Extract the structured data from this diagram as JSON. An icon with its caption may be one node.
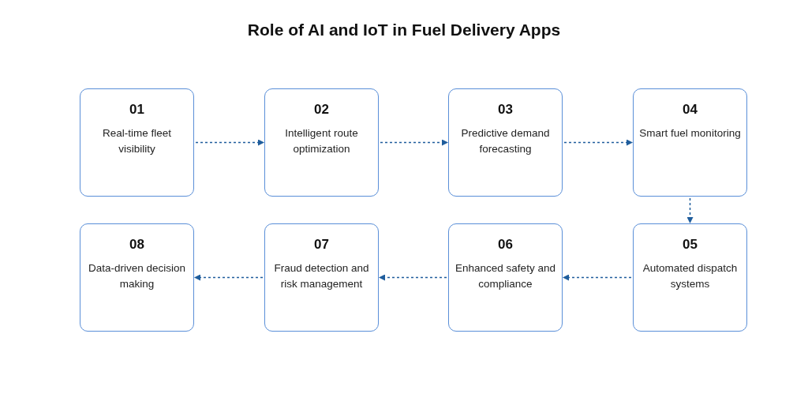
{
  "diagram": {
    "title": "Role of AI and IoT in Fuel Delivery Apps",
    "nodes": [
      {
        "text": [
          "01",
          "Real-time fleet visibility"
        ]
      },
      {
        "text": [
          "02",
          "Intelligent route optimization"
        ]
      },
      {
        "text": [
          "03",
          "Predictive demand forecasting"
        ]
      },
      {
        "text": [
          "04",
          "Smart fuel monitoring"
        ]
      },
      {
        "text": [
          "08",
          "Data-driven decision making"
        ]
      },
      {
        "text": [
          "07",
          "Fraud detection and risk management"
        ]
      },
      {
        "text": [
          "06",
          "Enhanced safety and compliance"
        ]
      },
      {
        "text": [
          "05",
          "Automated dispatch systems"
        ]
      }
    ],
    "edges": [
      {
        "from": 0,
        "to": 1,
        "arrow": "to",
        "style": "dashed"
      },
      {
        "from": 1,
        "to": 2,
        "arrow": "to",
        "style": "dashed"
      },
      {
        "from": 2,
        "to": 3,
        "arrow": "to",
        "style": "dashed"
      },
      {
        "from": 3,
        "to": 7,
        "arrow": "to",
        "style": "dashed"
      },
      {
        "from": 7,
        "to": 6,
        "arrow": "to",
        "style": "dashed"
      },
      {
        "from": 6,
        "to": 5,
        "arrow": "to",
        "style": "dashed"
      },
      {
        "from": 5,
        "to": 4,
        "arrow": "to",
        "style": "dashed"
      }
    ]
  }
}
